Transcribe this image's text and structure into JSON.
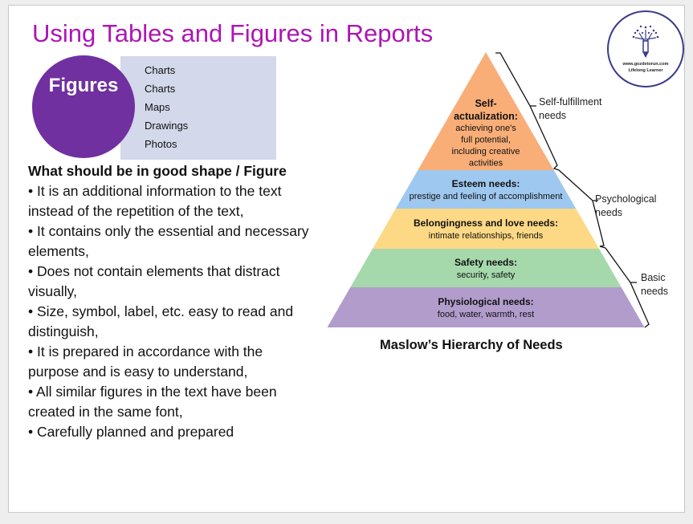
{
  "title": "Using Tables and Figures in Reports",
  "figures_label": "Figures",
  "figure_types": [
    "Charts",
    " Charts",
    "Maps",
    " Drawings",
    "Photos"
  ],
  "body": {
    "heading": "What should be in good shape / Figure",
    "lines": [
      "• It is an additional information to the text",
      "instead of the repetition of the text,",
      "• It contains only the essential and necessary",
      "elements,",
      "• Does not contain elements that distract",
      "visually,",
      "• Size, symbol, label, etc. easy to read and",
      "distinguish,",
      "• It is prepared in accordance with the",
      "purpose and is easy to understand,",
      "• All similar figures in the text have been",
      "created in the same font,",
      "• Carefully planned and prepared"
    ]
  },
  "logo": {
    "url_text": "www.gozdetorun.com",
    "tagline": "Lifelong Learner"
  },
  "pyramid": {
    "levels": [
      {
        "title": "Self-",
        "title2": "actualization:",
        "desc": [
          "achieving one's",
          "full potential,",
          "including creative",
          "activities"
        ],
        "color": "#f9ae78"
      },
      {
        "title": "Esteem needs:",
        "desc": [
          "prestige and feeling of accomplishment"
        ],
        "color": "#9ec8ef"
      },
      {
        "title": "Belongingness and love needs:",
        "desc": [
          "intimate relationships, friends"
        ],
        "color": "#fdd985"
      },
      {
        "title": "Safety needs:",
        "desc": [
          "security, safety"
        ],
        "color": "#a5d8ab"
      },
      {
        "title": "Physiological needs:",
        "desc": [
          "food, water, warmth, rest"
        ],
        "color": "#b19ccc"
      }
    ],
    "groups": [
      {
        "line1": "Self-fulfillment",
        "line2": "needs"
      },
      {
        "line1": "Psychological",
        "line2": "needs"
      },
      {
        "line1": "Basic",
        "line2": "needs"
      }
    ],
    "caption": "Maslow’s Hierarchy of Needs"
  }
}
